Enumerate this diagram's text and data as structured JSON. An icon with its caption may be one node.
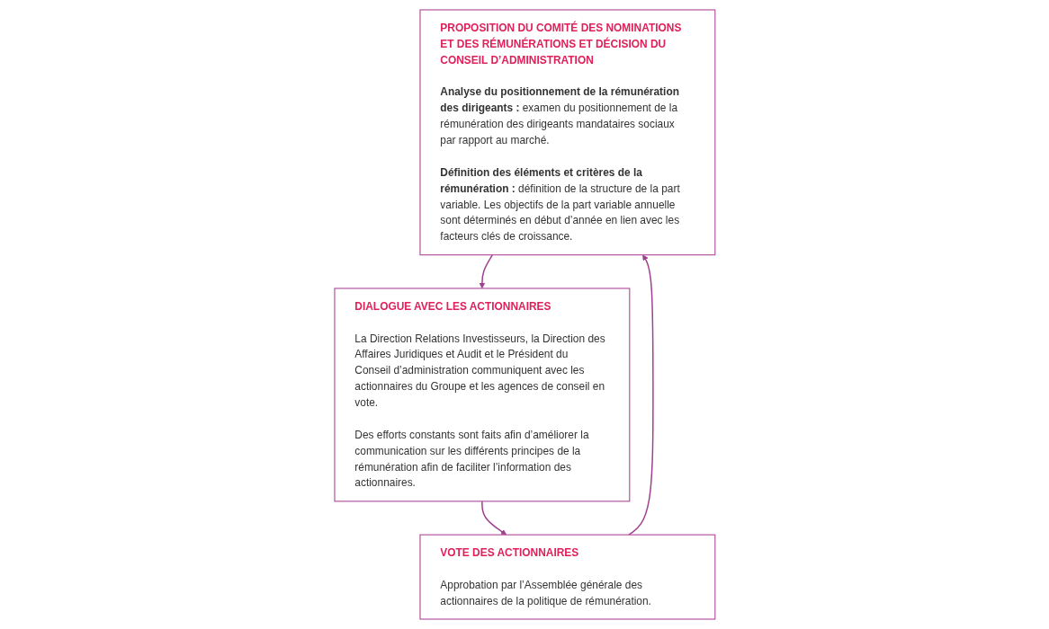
{
  "diagram": {
    "nodes": [
      {
        "text": [
          "PROPOSITION DU COMITÉ DES NOMINATIONS ET DES RÉMUNÉRATIONS ET DÉCISION DU CONSEIL D’ADMINISTRATION",
          "**Analyse du positionnement de la rémunération des dirigeants :** examen du positionnement de la rémunération des dirigeants mandataires sociaux par rapport au marché.",
          "**Définition des éléments et critères de la rémunération :** définition de la structure de la part variable. Les objectifs de la part variable annuelle sont déterminés en début d’année en lien avec les facteurs clés de croissance."
        ]
      },
      {
        "text": [
          "DIALOGUE AVEC LES ACTIONNAIRES",
          "La Direction Relations Investisseurs, la Direction des Affaires Juridiques et Audit et le Président du Conseil d’administration communiquent avec les actionnaires du Groupe et les agences de conseil en vote.",
          "Des efforts constants sont faits afin d’améliorer la communication sur les différents principes de la rémunération afin de faciliter l’information des actionnaires."
        ]
      },
      {
        "text": [
          "VOTE DES ACTIONNAIRES",
          "Approbation par l’Assemblée générale des actionnaires de la politique de rémunération."
        ]
      }
    ],
    "edges": [
      {
        "from": 0,
        "to": 1,
        "arrow": "to"
      },
      {
        "from": 1,
        "to": 2,
        "arrow": "to"
      },
      {
        "from": 2,
        "to": 0,
        "arrow": "to"
      }
    ]
  }
}
